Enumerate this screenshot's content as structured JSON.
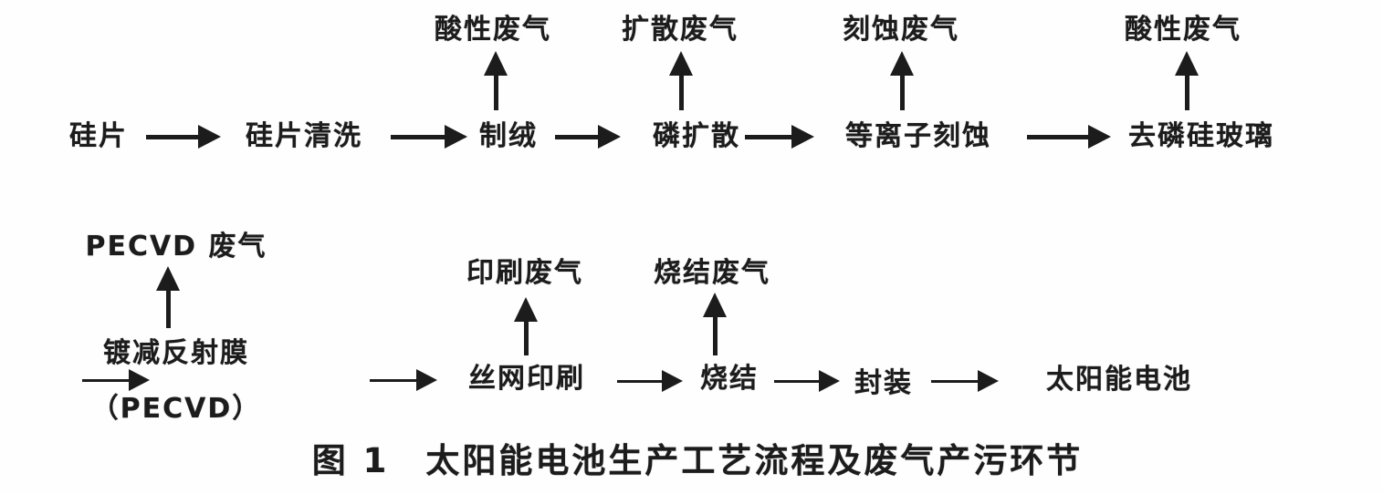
{
  "diagram": {
    "caption": "图 1　太阳能电池生产工艺流程及废气产污环节",
    "colors": {
      "ink": "#1c1c1c",
      "background": "#fefefe"
    },
    "row1": {
      "steps": [
        {
          "label": "硅片"
        },
        {
          "label": "硅片清洗"
        },
        {
          "label": "制绒",
          "emission": "酸性废气"
        },
        {
          "label": "磷扩散",
          "emission": "扩散废气"
        },
        {
          "label": "等离子刻蚀",
          "emission": "刻蚀废气"
        },
        {
          "label": "去磷硅玻璃",
          "emission": "酸性废气"
        }
      ]
    },
    "row2": {
      "steps": [
        {
          "label": "镀减反射膜",
          "sublabel": "（PECVD）",
          "emission": "PECVD 废气"
        },
        {
          "label": "丝网印刷",
          "emission": "印刷废气"
        },
        {
          "label": "烧结",
          "emission": "烧结废气"
        },
        {
          "label": "封装"
        },
        {
          "label": "太阳能电池"
        }
      ]
    }
  }
}
